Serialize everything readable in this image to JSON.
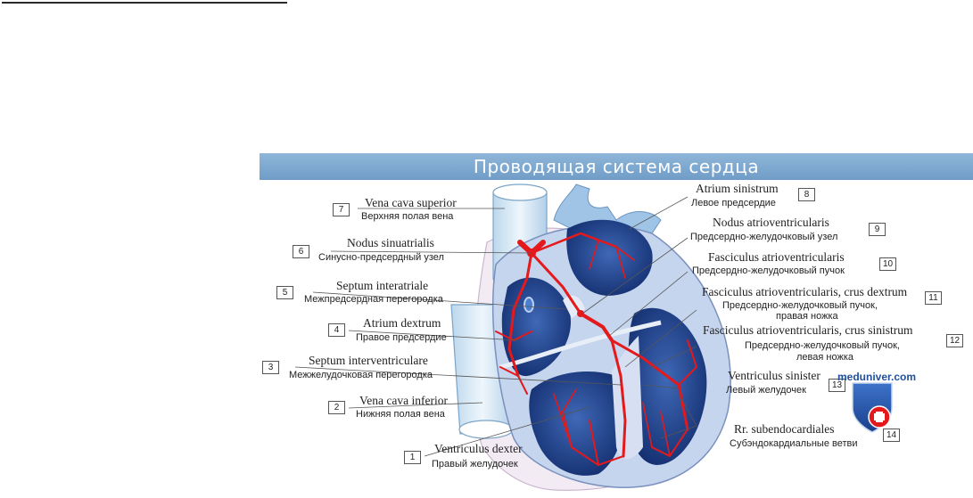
{
  "header": {
    "title": "Проводящая система сердца"
  },
  "watermark": {
    "text": "meduniver.com"
  },
  "labels": {
    "l1": {
      "num": "1",
      "lat": "Ventriculus dexter",
      "rus": "Правый желудочек"
    },
    "l2": {
      "num": "2",
      "lat": "Vena cava inferior",
      "rus": "Нижняя полая вена"
    },
    "l3": {
      "num": "3",
      "lat": "Septum interventriculare",
      "rus": "Межжелудочковая перегородка"
    },
    "l4": {
      "num": "4",
      "lat": "Atrium dextrum",
      "rus": "Правое предсердие"
    },
    "l5": {
      "num": "5",
      "lat": "Septum interatriale",
      "rus": "Межпредсердная перегородка"
    },
    "l6": {
      "num": "6",
      "lat": "Nodus sinuatrialis",
      "rus": "Синусно-предсердный узел"
    },
    "l7": {
      "num": "7",
      "lat": "Vena cava superior",
      "rus": "Верхняя полая вена"
    },
    "l8": {
      "num": "8",
      "lat": "Atrium sinistrum",
      "rus": "Левое предсердие"
    },
    "l9": {
      "num": "9",
      "lat": "Nodus atrioventricularis",
      "rus": "Предсердно-желудочковый узел"
    },
    "l10": {
      "num": "10",
      "lat": "Fasciculus atrioventricularis",
      "rus": "Предсердно-желудочковый пучок"
    },
    "l11": {
      "num": "11",
      "lat": "Fasciculus atrioventricularis, crus dextrum",
      "rus": "Предсердно-желудочковый пучок,",
      "rus2": "правая ножка"
    },
    "l12": {
      "num": "12",
      "lat": "Fasciculus atrioventricularis, crus sinistrum",
      "rus": "Предсердно-желудочковый пучок,",
      "rus2": "левая ножка"
    },
    "l13": {
      "num": "13",
      "lat": "Ventriculus sinister",
      "rus": "Левый желудочек"
    },
    "l14": {
      "num": "14",
      "lat": "Rr. subendocardiales",
      "rus": "Субэндокардиальные ветви"
    }
  },
  "colors": {
    "banner": "#7ea9d2",
    "chamber": "#1d3f8a",
    "wall": "#c7d6ee",
    "conduction": "#e3191c",
    "vessel": "#d8e9f6",
    "pericardium": "#f1e9f3"
  }
}
